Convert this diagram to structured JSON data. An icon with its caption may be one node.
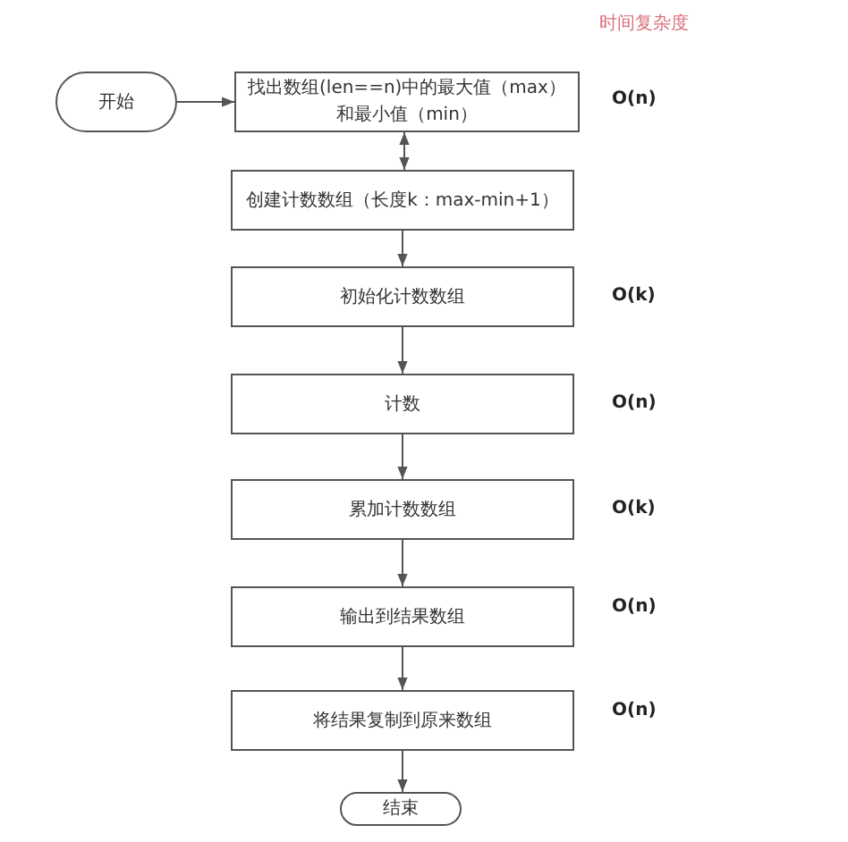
{
  "diagram": {
    "nodes": [
      {
        "text": [
          "开始"
        ]
      },
      {
        "text": [
          "找出数组(len==n)中的最大值（max）和最小值（min）"
        ],
        "beside": [
          "O(n)"
        ]
      },
      {
        "text": [
          "创建计数数组（长度k：max-min+1）"
        ]
      },
      {
        "text": [
          "初始化计数数组"
        ],
        "beside": [
          "O(k)"
        ]
      },
      {
        "text": [
          "计数"
        ],
        "beside": [
          "O(n)"
        ]
      },
      {
        "text": [
          "累加计数数组"
        ],
        "beside": [
          "O(k)"
        ]
      },
      {
        "text": [
          "输出到结果数组"
        ],
        "beside": [
          "O(n)"
        ]
      },
      {
        "text": [
          "将结果复制到原来数组"
        ],
        "beside": [
          "O(n)"
        ]
      },
      {
        "text": [
          "结束"
        ]
      }
    ],
    "edges": [
      {
        "from": 0,
        "to": 1,
        "arrow": "to"
      },
      {
        "from": 1,
        "to": 2,
        "arrow": "both"
      },
      {
        "from": 2,
        "to": 3,
        "arrow": "to"
      },
      {
        "from": 3,
        "to": 4,
        "arrow": "to"
      },
      {
        "from": 4,
        "to": 5,
        "arrow": "to"
      },
      {
        "from": 5,
        "to": 6,
        "arrow": "to"
      },
      {
        "from": 6,
        "to": 7,
        "arrow": "to"
      },
      {
        "from": 7,
        "to": 8,
        "arrow": "to"
      }
    ],
    "labels": [
      "时间复杂度"
    ]
  }
}
